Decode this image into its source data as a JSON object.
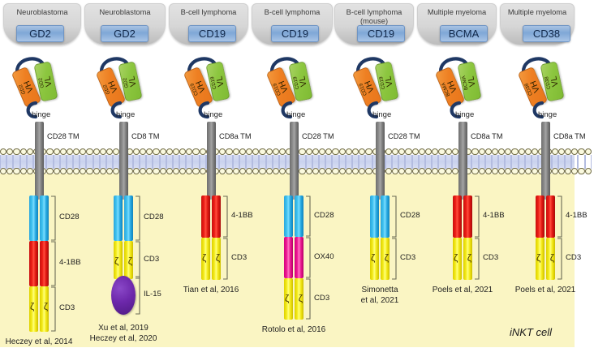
{
  "figure": {
    "cell_label": "iNKT cell",
    "colors": {
      "cytoplasm": "#faf5c3",
      "antigen_box": "#7fa7d6",
      "vh": "#ee7f22",
      "vl": "#8cc63f",
      "cd28": "#29a8e0",
      "4-1bb": "#ec1c16",
      "cd3": "#f3ea18",
      "ox40": "#ef1b94",
      "il15": "#6d28ab",
      "stalk": "#808080",
      "linker": "#1f3864"
    },
    "membrane": {
      "name": "lipid-bilayer"
    }
  },
  "constructs": [
    {
      "tumor": "Neuroblastoma",
      "tumor_sub": "",
      "antigen": "GD2",
      "scfv_vh": "VH",
      "scfv_vh_tag": "GD2",
      "scfv_vl": "VL",
      "scfv_vl_tag": "GD2",
      "hinge": "hinge",
      "tm": "CD28 TM",
      "segments": [
        {
          "label": "CD28",
          "color": "blue",
          "height": 56,
          "zeta": false
        },
        {
          "label": "4-1BB",
          "color": "red",
          "height": 56,
          "zeta": false
        },
        {
          "label": "CD3",
          "color": "yellow",
          "height": 56,
          "zeta": true
        }
      ],
      "il15": false,
      "citation": [
        "Heczey et al, 2014"
      ]
    },
    {
      "tumor": "Neuroblastoma",
      "tumor_sub": "",
      "antigen": "GD2",
      "scfv_vh": "VH",
      "scfv_vh_tag": "GD2",
      "scfv_vl": "VL",
      "scfv_vl_tag": "GD2",
      "hinge": "hinge",
      "tm": "CD8 TM",
      "segments": [
        {
          "label": "CD28",
          "color": "blue",
          "height": 56,
          "zeta": false
        },
        {
          "label": "CD3",
          "color": "yellow",
          "height": 47,
          "zeta": true
        }
      ],
      "il15": true,
      "il15_label": "IL-15",
      "citation": [
        "Xu et al, 2019",
        "Heczey et al, 2020"
      ]
    },
    {
      "tumor": "B-cell lymphoma",
      "tumor_sub": "",
      "antigen": "CD19",
      "scfv_vh": "VH",
      "scfv_vh_tag": "CD19",
      "scfv_vl": "VL",
      "scfv_vl_tag": "CD19",
      "hinge": "hinge",
      "tm": "CD8a TM",
      "segments": [
        {
          "label": "4-1BB",
          "color": "red",
          "height": 52,
          "zeta": false
        },
        {
          "label": "CD3",
          "color": "yellow",
          "height": 52,
          "zeta": true
        }
      ],
      "il15": false,
      "citation": [
        "Tian et al, 2016"
      ]
    },
    {
      "tumor": "B-cell lymphoma",
      "tumor_sub": "",
      "antigen": "CD19",
      "scfv_vh": "VH",
      "scfv_vh_tag": "CD19",
      "scfv_vl": "VL",
      "scfv_vl_tag": "CD19",
      "hinge": "hinge",
      "tm": "CD28 TM",
      "segments": [
        {
          "label": "CD28",
          "color": "blue",
          "height": 51,
          "zeta": false
        },
        {
          "label": "OX40",
          "color": "pink",
          "height": 51,
          "zeta": false
        },
        {
          "label": "CD3",
          "color": "yellow",
          "height": 51,
          "zeta": true
        }
      ],
      "il15": false,
      "citation": [
        "Rotolo et al, 2016"
      ]
    },
    {
      "tumor": "B-cell lymphoma",
      "tumor_sub": "(mouse)",
      "antigen": "CD19",
      "scfv_vh": "VH",
      "scfv_vh_tag": "CD19",
      "scfv_vl": "VL",
      "scfv_vl_tag": "CD19",
      "hinge": "hinge",
      "tm": "CD28 TM",
      "segments": [
        {
          "label": "CD28",
          "color": "blue",
          "height": 52,
          "zeta": false
        },
        {
          "label": "CD3",
          "color": "yellow",
          "height": 52,
          "zeta": true
        }
      ],
      "il15": false,
      "citation": [
        "Simonetta",
        "et al, 2021"
      ]
    },
    {
      "tumor": "Multiple myeloma",
      "tumor_sub": "",
      "antigen": "BCMA",
      "scfv_vh": "VH",
      "scfv_vh_tag": "BCMA",
      "scfv_vl": "VL",
      "scfv_vl_tag": "BCMA",
      "hinge": "hinge",
      "tm": "CD8a TM",
      "segments": [
        {
          "label": "4-1BB",
          "color": "red",
          "height": 52,
          "zeta": false
        },
        {
          "label": "CD3",
          "color": "yellow",
          "height": 52,
          "zeta": true
        }
      ],
      "il15": false,
      "citation": [
        "Poels et al, 2021"
      ]
    },
    {
      "tumor": "Multiple myeloma",
      "tumor_sub": "",
      "antigen": "CD38",
      "scfv_vh": "VH",
      "scfv_vh_tag": "CD38",
      "scfv_vl": "VL",
      "scfv_vl_tag": "CD38",
      "hinge": "hinge",
      "tm": "CD8a TM",
      "segments": [
        {
          "label": "4-1BB",
          "color": "red",
          "height": 52,
          "zeta": false
        },
        {
          "label": "CD3",
          "color": "yellow",
          "height": 52,
          "zeta": true
        }
      ],
      "il15": false,
      "citation": [
        "Poels et al, 2021"
      ]
    }
  ]
}
